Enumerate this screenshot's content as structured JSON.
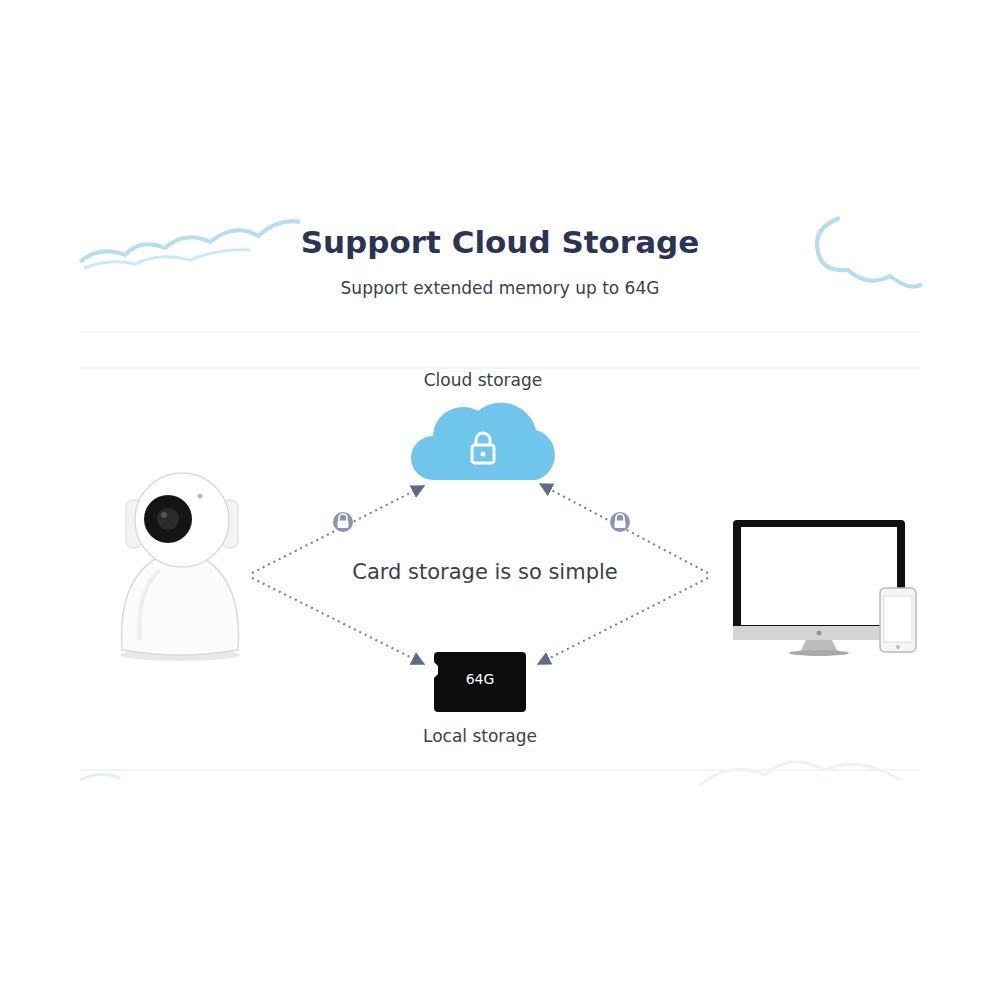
{
  "diagram": {
    "title": "Support Cloud Storage",
    "nodes": [
      {
        "text": [
          "Cloud storage"
        ]
      },
      {
        "text": [
          "64G",
          "Local storage"
        ]
      }
    ],
    "labels": [
      "Support extended memory up to 64G",
      "Card storage is so simple"
    ]
  }
}
